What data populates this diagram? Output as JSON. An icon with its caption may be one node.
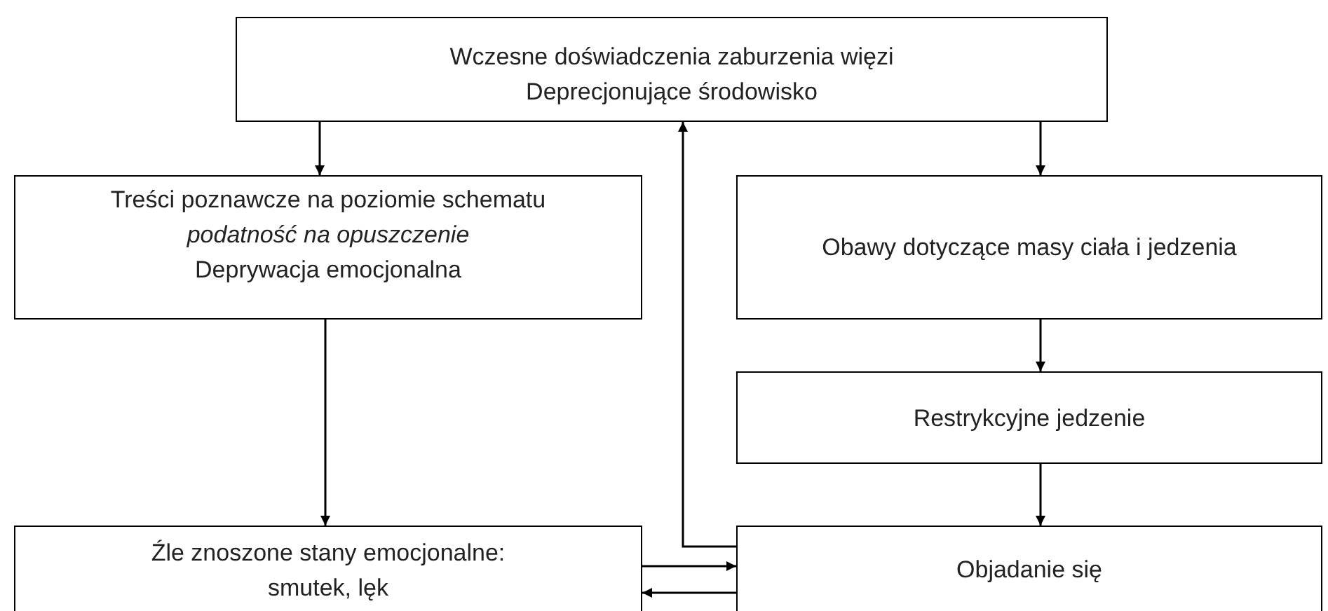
{
  "diagram": {
    "nodes": [
      {
        "text": [
          "Wczesne doświadczenia zaburzenia więzi",
          "Deprecjonujące środowisko"
        ]
      },
      {
        "text": [
          "Treści poznawcze na poziomie schematu *podatność na opuszczenie*",
          "Deprywacja emocjonalna"
        ]
      },
      {
        "text": [
          "Obawy dotyczące masy ciała i jedzenia"
        ]
      },
      {
        "text": [
          "Restrykcyjne jedzenie"
        ]
      },
      {
        "text": [
          "Źle znoszone stany emocjonalne: smutek, lęk"
        ]
      },
      {
        "text": [
          "Objadanie się"
        ]
      }
    ],
    "edges": [
      {
        "from": 0,
        "to": 1,
        "arrow": "to"
      },
      {
        "from": 0,
        "to": 2,
        "arrow": "to"
      },
      {
        "from": 1,
        "to": 4,
        "arrow": "to"
      },
      {
        "from": 2,
        "to": 3,
        "arrow": "to"
      },
      {
        "from": 3,
        "to": 5,
        "arrow": "to"
      },
      {
        "from": 5,
        "to": 0,
        "arrow": "to"
      },
      {
        "from": 4,
        "to": 5,
        "arrow": "to"
      },
      {
        "from": 5,
        "to": 4,
        "arrow": "to"
      }
    ]
  }
}
